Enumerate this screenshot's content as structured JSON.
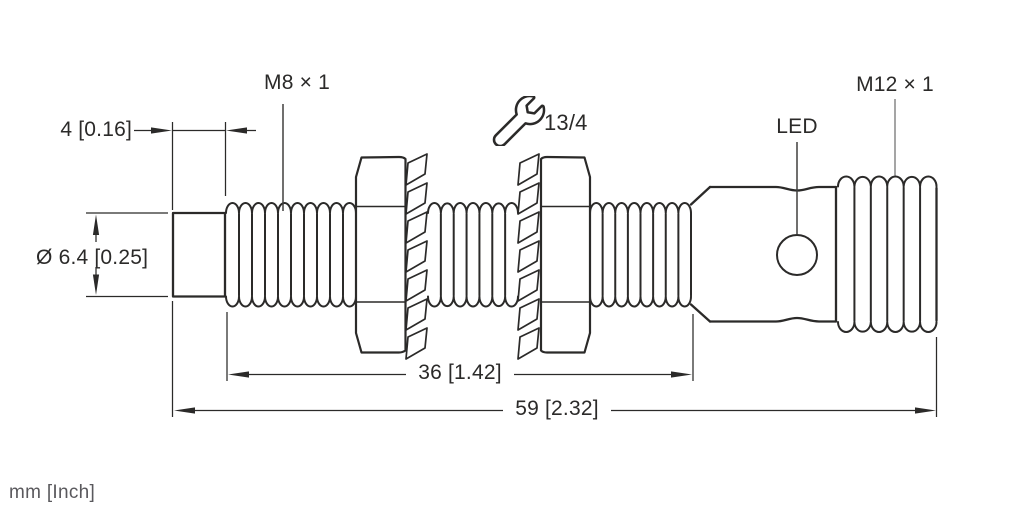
{
  "drawing": {
    "title": "inductive-sensor-dimensional-drawing",
    "labels": {
      "front_thread": "M8 × 1",
      "rear_thread": "M12 × 1",
      "led": "LED",
      "wrench_spec": "13/4"
    },
    "dimensions": {
      "tip_length": "4 [0.16]",
      "tip_diameter": "Ø 6.4 [0.25]",
      "thread_length": "36 [1.42]",
      "overall_length": "59 [2.32]"
    },
    "units_note": "mm [Inch]",
    "colors": {
      "line": "#2b2a29",
      "muted_text": "#5a595d",
      "leader_gray": "#9b9b9b",
      "background": "#ffffff"
    }
  }
}
